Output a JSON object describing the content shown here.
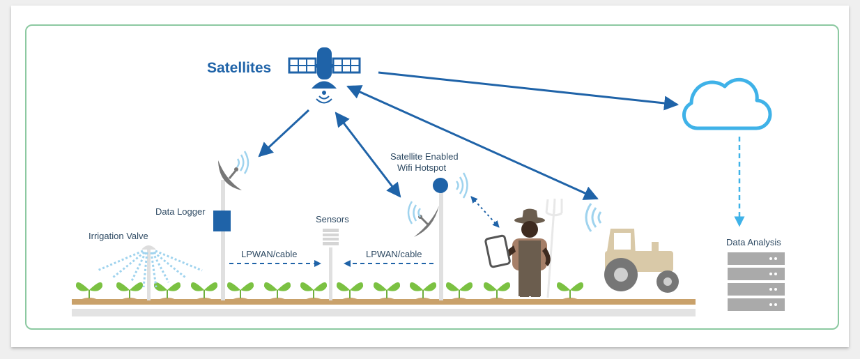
{
  "labels": {
    "satellites": "Satellites",
    "data_logger": "Data Logger",
    "irrigation_valve": "Irrigation Valve",
    "sensors": "Sensors",
    "lpwan_left": "LPWAN/cable",
    "lpwan_right": "LPWAN/cable",
    "hotspot_line1": "Satellite Enabled",
    "hotspot_line2": "Wifi Hotspot",
    "data_analysis": "Data Analysis"
  },
  "colors": {
    "primary_blue": "#1f63a8",
    "cloud_blue": "#3fb2e8",
    "wave_blue": "#9fd3ee",
    "plant_green": "#7bc142",
    "soil": "#c9a16a",
    "tractor": "#d9c9a8",
    "server": "#aaaaaa",
    "frame_green": "#8cc9a1"
  },
  "icons": [
    "satellite-icon",
    "dish-antenna-icon",
    "data-logger-box-icon",
    "sprinkler-icon",
    "sensor-icon",
    "wifi-hotspot-icon",
    "farmer-icon",
    "tablet-icon",
    "pitchfork-icon",
    "tractor-icon",
    "cloud-icon",
    "server-rack-icon",
    "plant-icon",
    "wifi-waves-icon"
  ]
}
